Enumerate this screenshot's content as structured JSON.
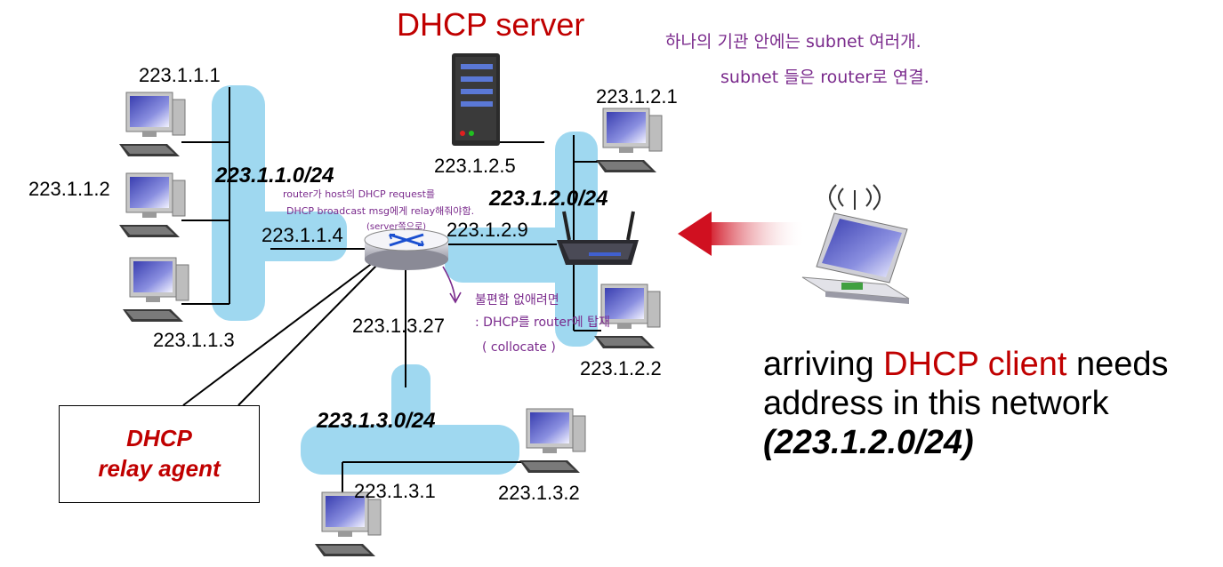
{
  "title": "DHCP server",
  "handwritten_notes": {
    "top_line1": "하나의 기관 안에는 subnet 여러개.",
    "top_line2": "subnet 들은 router로 연결.",
    "router_line1": "router가 host의 DHCP request를",
    "router_line2": "DHCP broadcast msg에게 relay해줘야함.",
    "router_line3": "(server쪽으로)",
    "side_line1": "불편함 없애려면",
    "side_line2": ": DHCP를 router에 탑재",
    "side_line3": "( collocate )"
  },
  "subnets": {
    "subnet1": "223.1.1.0/24",
    "subnet2": "223.1.2.0/24",
    "subnet3": "223.1.3.0/24"
  },
  "hosts": {
    "h111": "223.1.1.1",
    "h112": "223.1.1.2",
    "h113": "223.1.1.3",
    "h114": "223.1.1.4",
    "h121": "223.1.2.1",
    "h125": "223.1.2.5",
    "h129": "223.1.2.9",
    "h122": "223.1.2.2",
    "h1327": "223.1.3.27",
    "h131": "223.1.3.1",
    "h132": "223.1.3.2"
  },
  "relay_agent": {
    "line1": "DHCP",
    "line2": "relay agent"
  },
  "client_text": {
    "part1": "arriving ",
    "highlight": "DHCP client",
    "part2": " needs address in this network",
    "network": "(223.1.2.0/24)"
  },
  "colors": {
    "accent_red": "#c00000",
    "subnet_blue": "#9fd8f0",
    "handwriting": "#7a2a8c"
  }
}
